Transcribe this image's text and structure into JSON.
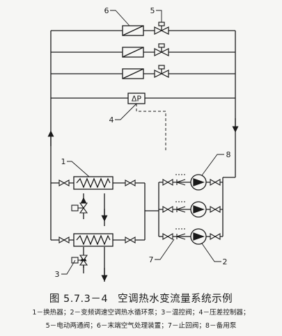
{
  "diagram": {
    "callouts": {
      "c1": "1",
      "c2": "2",
      "c3": "3",
      "c4": "4",
      "c5": "5",
      "c6": "6",
      "c7": "7",
      "c8": "8"
    },
    "dp_label": "ΔP"
  },
  "caption": {
    "figure_number": "图 5.7.3－4",
    "title": "空调热水变流量系统示例"
  },
  "legend": {
    "line1": "1－换热器；2－变频调速空调热水循环泵；3－温控阀；4－压差控制器；",
    "line2": "5－电动两通阀；6－末端空气处理装置；7－止回阀；8－备用泵"
  }
}
